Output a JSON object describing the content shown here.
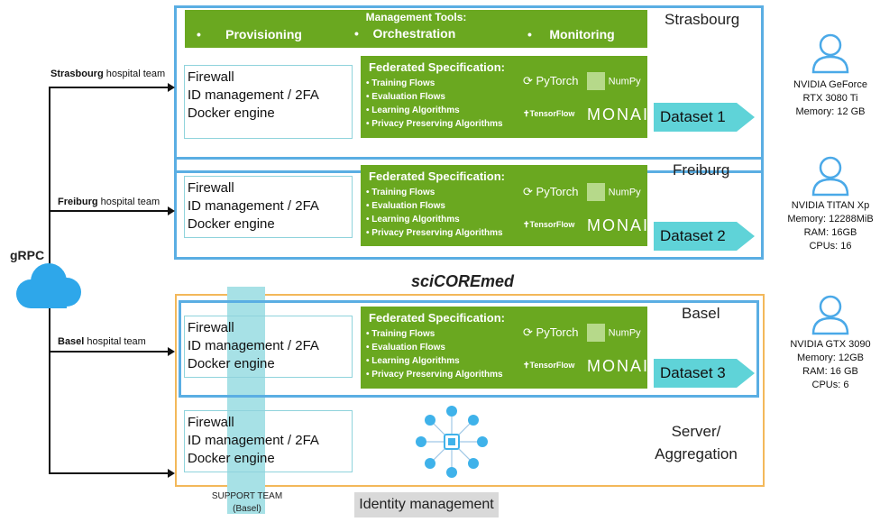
{
  "management": {
    "title": "Management Tools:",
    "items": [
      "Provisioning",
      "Orchestration",
      "Monitoring"
    ]
  },
  "security_items": [
    "Firewall",
    "ID management / 2FA",
    "Docker engine"
  ],
  "federated": {
    "title": "Federated Specification:",
    "items": [
      "Training Flows",
      "Evaluation Flows",
      "Learning Algorithms",
      "Privacy Preserving Algorithms"
    ],
    "logos": [
      "PyTorch",
      "NumPy",
      "TensorFlow",
      "MONAI"
    ]
  },
  "sites": [
    {
      "name": "Strasbourg",
      "team_bold": "Strasbourg",
      "team_rest": " hospital team",
      "dataset": "Dataset 1",
      "hardware": [
        "NVIDIA GeForce",
        "RTX 3080 Ti",
        "Memory: 12 GB"
      ]
    },
    {
      "name": "Freiburg",
      "team_bold": "Freiburg",
      "team_rest": " hospital team",
      "dataset": "Dataset 2",
      "hardware": [
        "NVIDIA TITAN Xp",
        "Memory: 12288MiB",
        "RAM: 16GB",
        "CPUs: 16"
      ]
    },
    {
      "name": "Basel",
      "team_bold": "Basel",
      "team_rest": " hospital team",
      "dataset": "Dataset 3",
      "hardware": [
        "NVIDIA GTX 3090",
        "Memory: 12GB",
        "RAM: 16 GB",
        "CPUs: 6"
      ]
    }
  ],
  "grpc_label": "gRPC",
  "scicoremed_label": "sciCOREmed",
  "server_label": [
    "Server/",
    "Aggregation"
  ],
  "support_team": [
    "SUPPORT TEAM",
    "(Basel)"
  ],
  "identity_management": "Identity management",
  "colors": {
    "box_blue": "#5aaee3",
    "green": "#6aa820",
    "teal": "#5fd3d8",
    "orange": "#f3b85a",
    "cloud": "#2ea7ea",
    "user_icon": "#4aa9e8"
  }
}
